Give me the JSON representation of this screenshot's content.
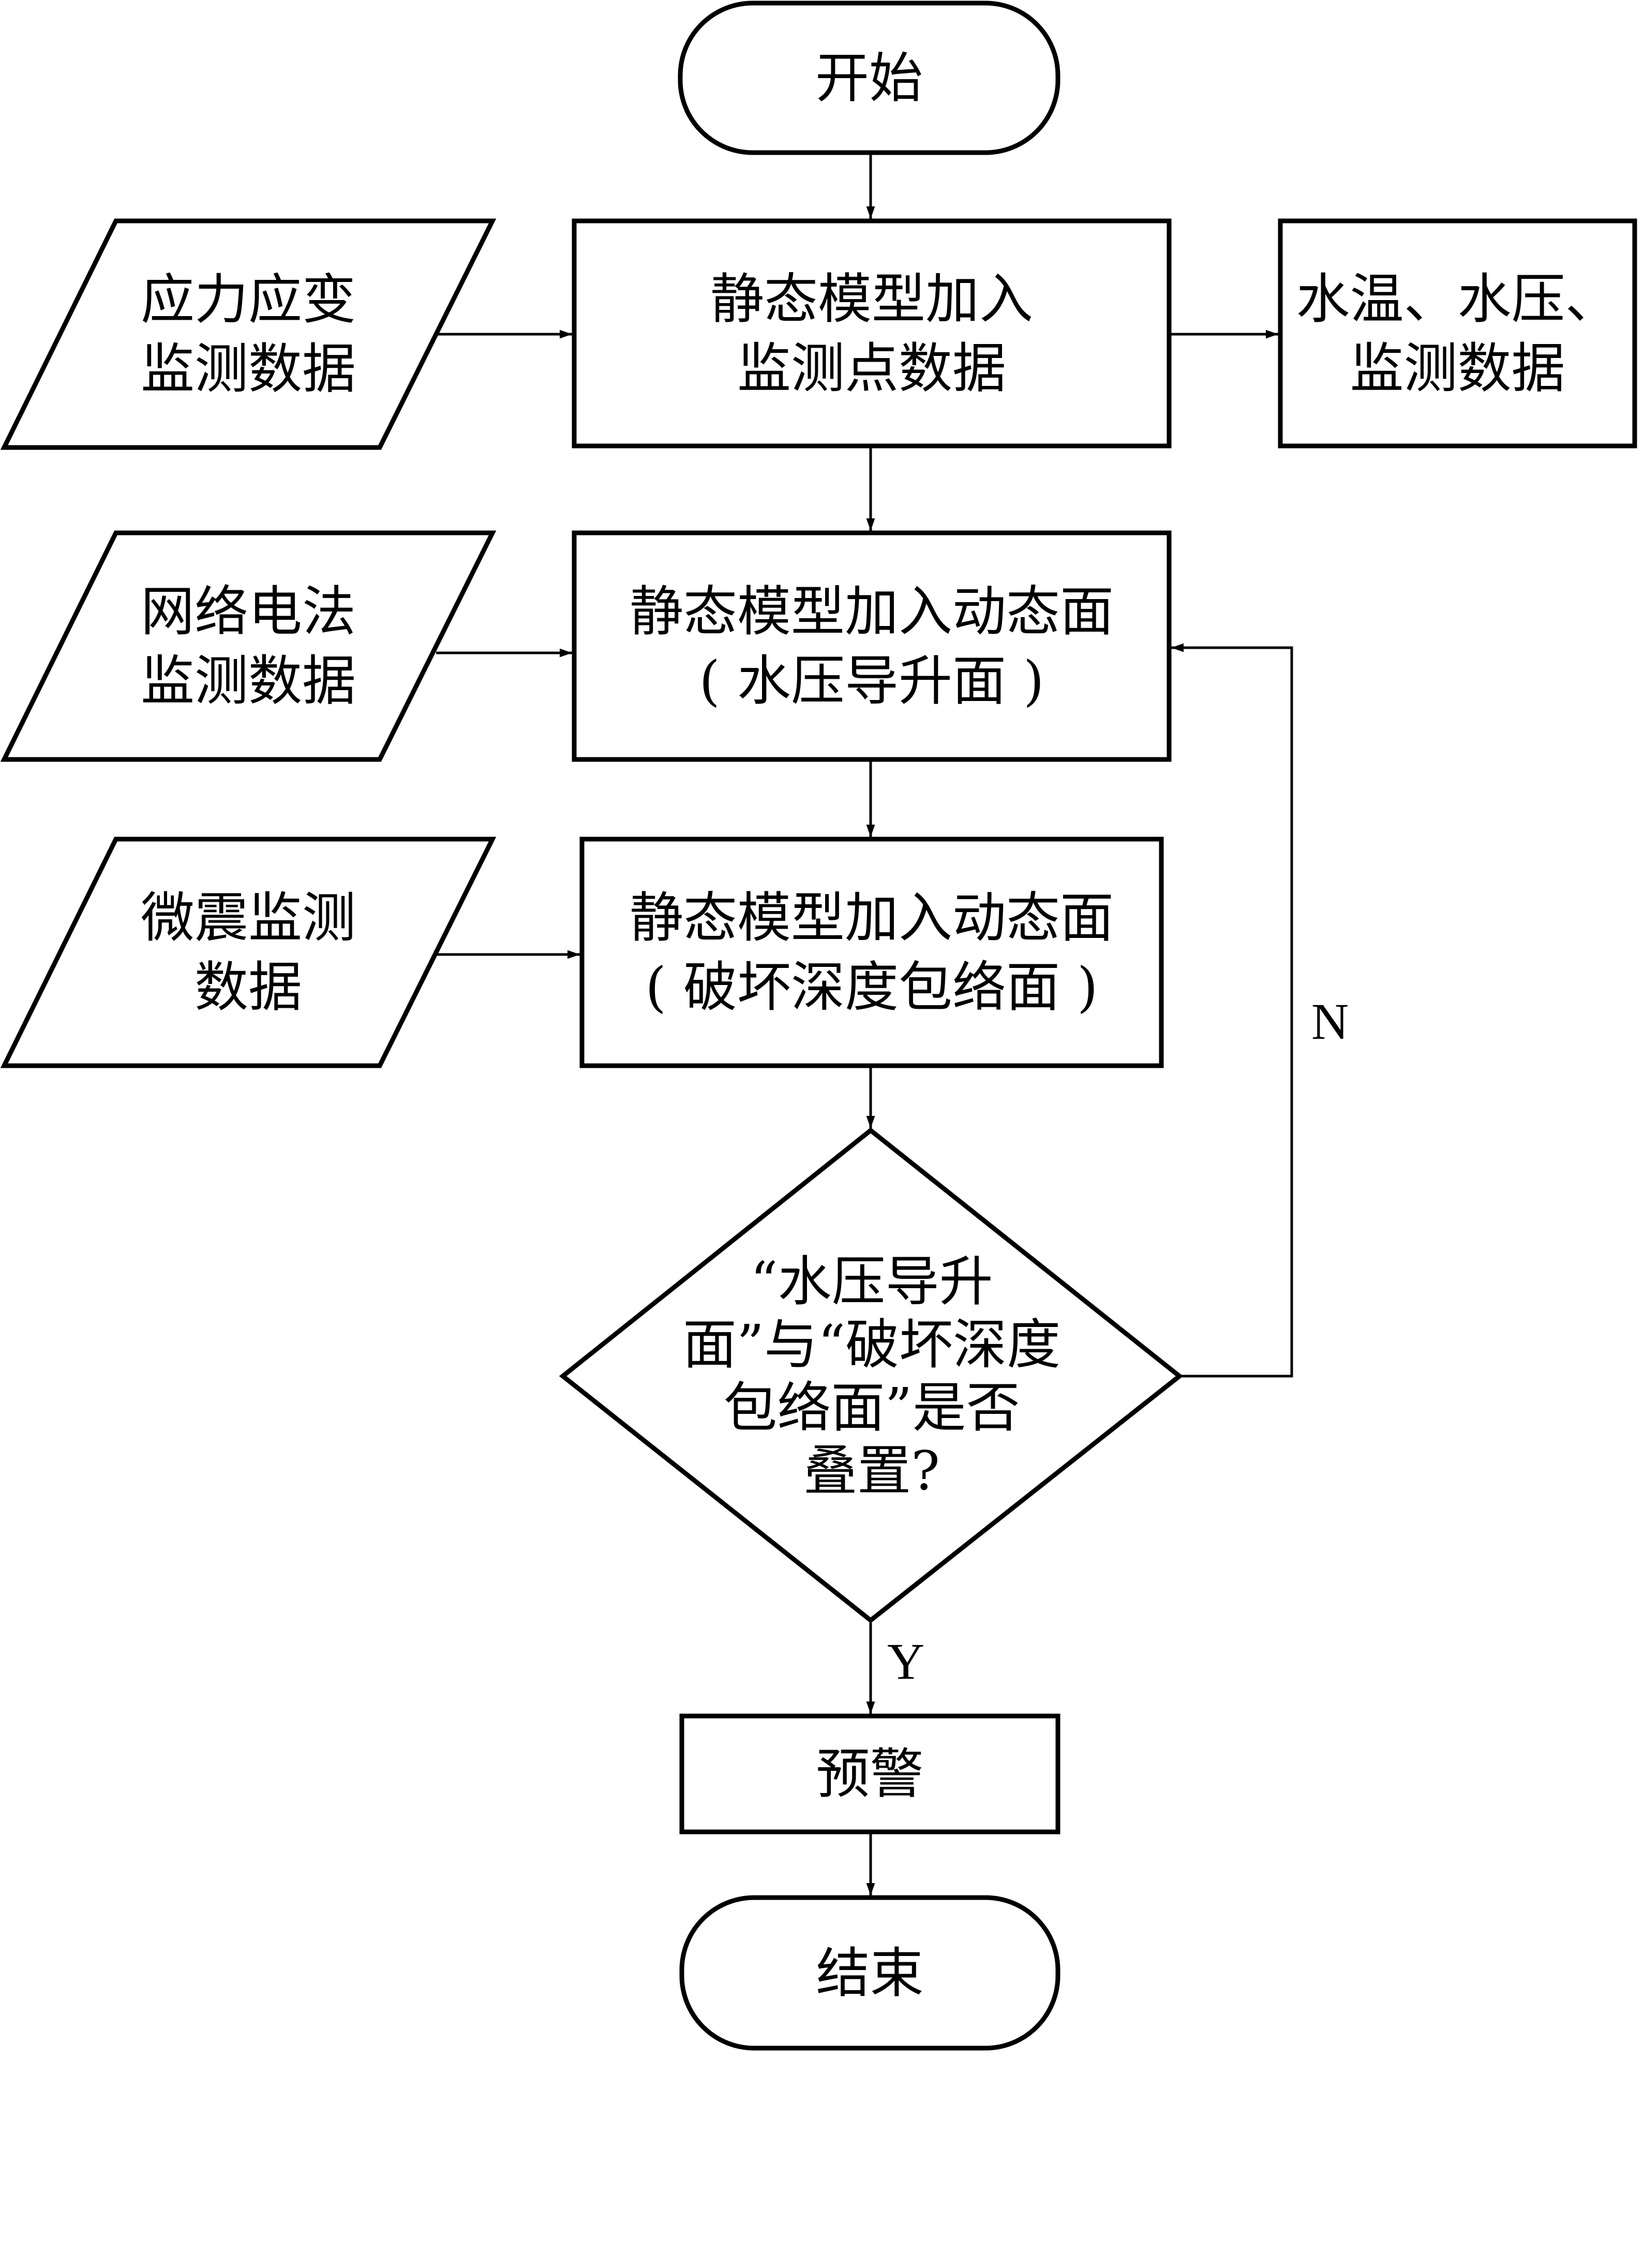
{
  "diagram": {
    "type": "flowchart",
    "nodes": {
      "start": {
        "shape": "terminal",
        "lines": [
          "开始"
        ]
      },
      "static_points": {
        "shape": "process",
        "lines": [
          "静态模型加入",
          "监测点数据"
        ]
      },
      "stress_input": {
        "shape": "data",
        "lines": [
          "应力应变",
          "监测数据"
        ]
      },
      "water_output": {
        "shape": "process",
        "lines": [
          "水温、水压、",
          "监测数据"
        ]
      },
      "water_surface": {
        "shape": "process",
        "lines": [
          "静态模型加入动态面",
          "( 水压导升面 )"
        ]
      },
      "electric_input": {
        "shape": "data",
        "lines": [
          "网络电法",
          "监测数据"
        ]
      },
      "damage_surface": {
        "shape": "process",
        "lines": [
          "静态模型加入动态面",
          "( 破坏深度包络面 )"
        ]
      },
      "microseismic_input": {
        "shape": "data",
        "lines": [
          "微震监测",
          "数据"
        ]
      },
      "decision": {
        "shape": "decision",
        "lines": [
          "“水压导升",
          "面”与“破坏深度",
          "包络面”是否",
          "叠置?"
        ]
      },
      "warning": {
        "shape": "process",
        "lines": [
          "预警"
        ]
      },
      "end": {
        "shape": "terminal",
        "lines": [
          "结束"
        ]
      }
    },
    "edges": [
      {
        "from": "start",
        "to": "static_points",
        "label": ""
      },
      {
        "from": "stress_input",
        "to": "static_points",
        "label": ""
      },
      {
        "from": "static_points",
        "to": "water_output",
        "label": ""
      },
      {
        "from": "static_points",
        "to": "water_surface",
        "label": ""
      },
      {
        "from": "electric_input",
        "to": "water_surface",
        "label": ""
      },
      {
        "from": "water_surface",
        "to": "damage_surface",
        "label": ""
      },
      {
        "from": "microseismic_input",
        "to": "damage_surface",
        "label": ""
      },
      {
        "from": "damage_surface",
        "to": "decision",
        "label": ""
      },
      {
        "from": "decision",
        "to": "water_surface",
        "label": "N"
      },
      {
        "from": "decision",
        "to": "warning",
        "label": "Y"
      },
      {
        "from": "warning",
        "to": "end",
        "label": ""
      }
    ],
    "branch_labels": {
      "no": "N",
      "yes": "Y"
    }
  },
  "colors": {
    "stroke": "#000000",
    "background": "#ffffff",
    "text": "#000000"
  }
}
